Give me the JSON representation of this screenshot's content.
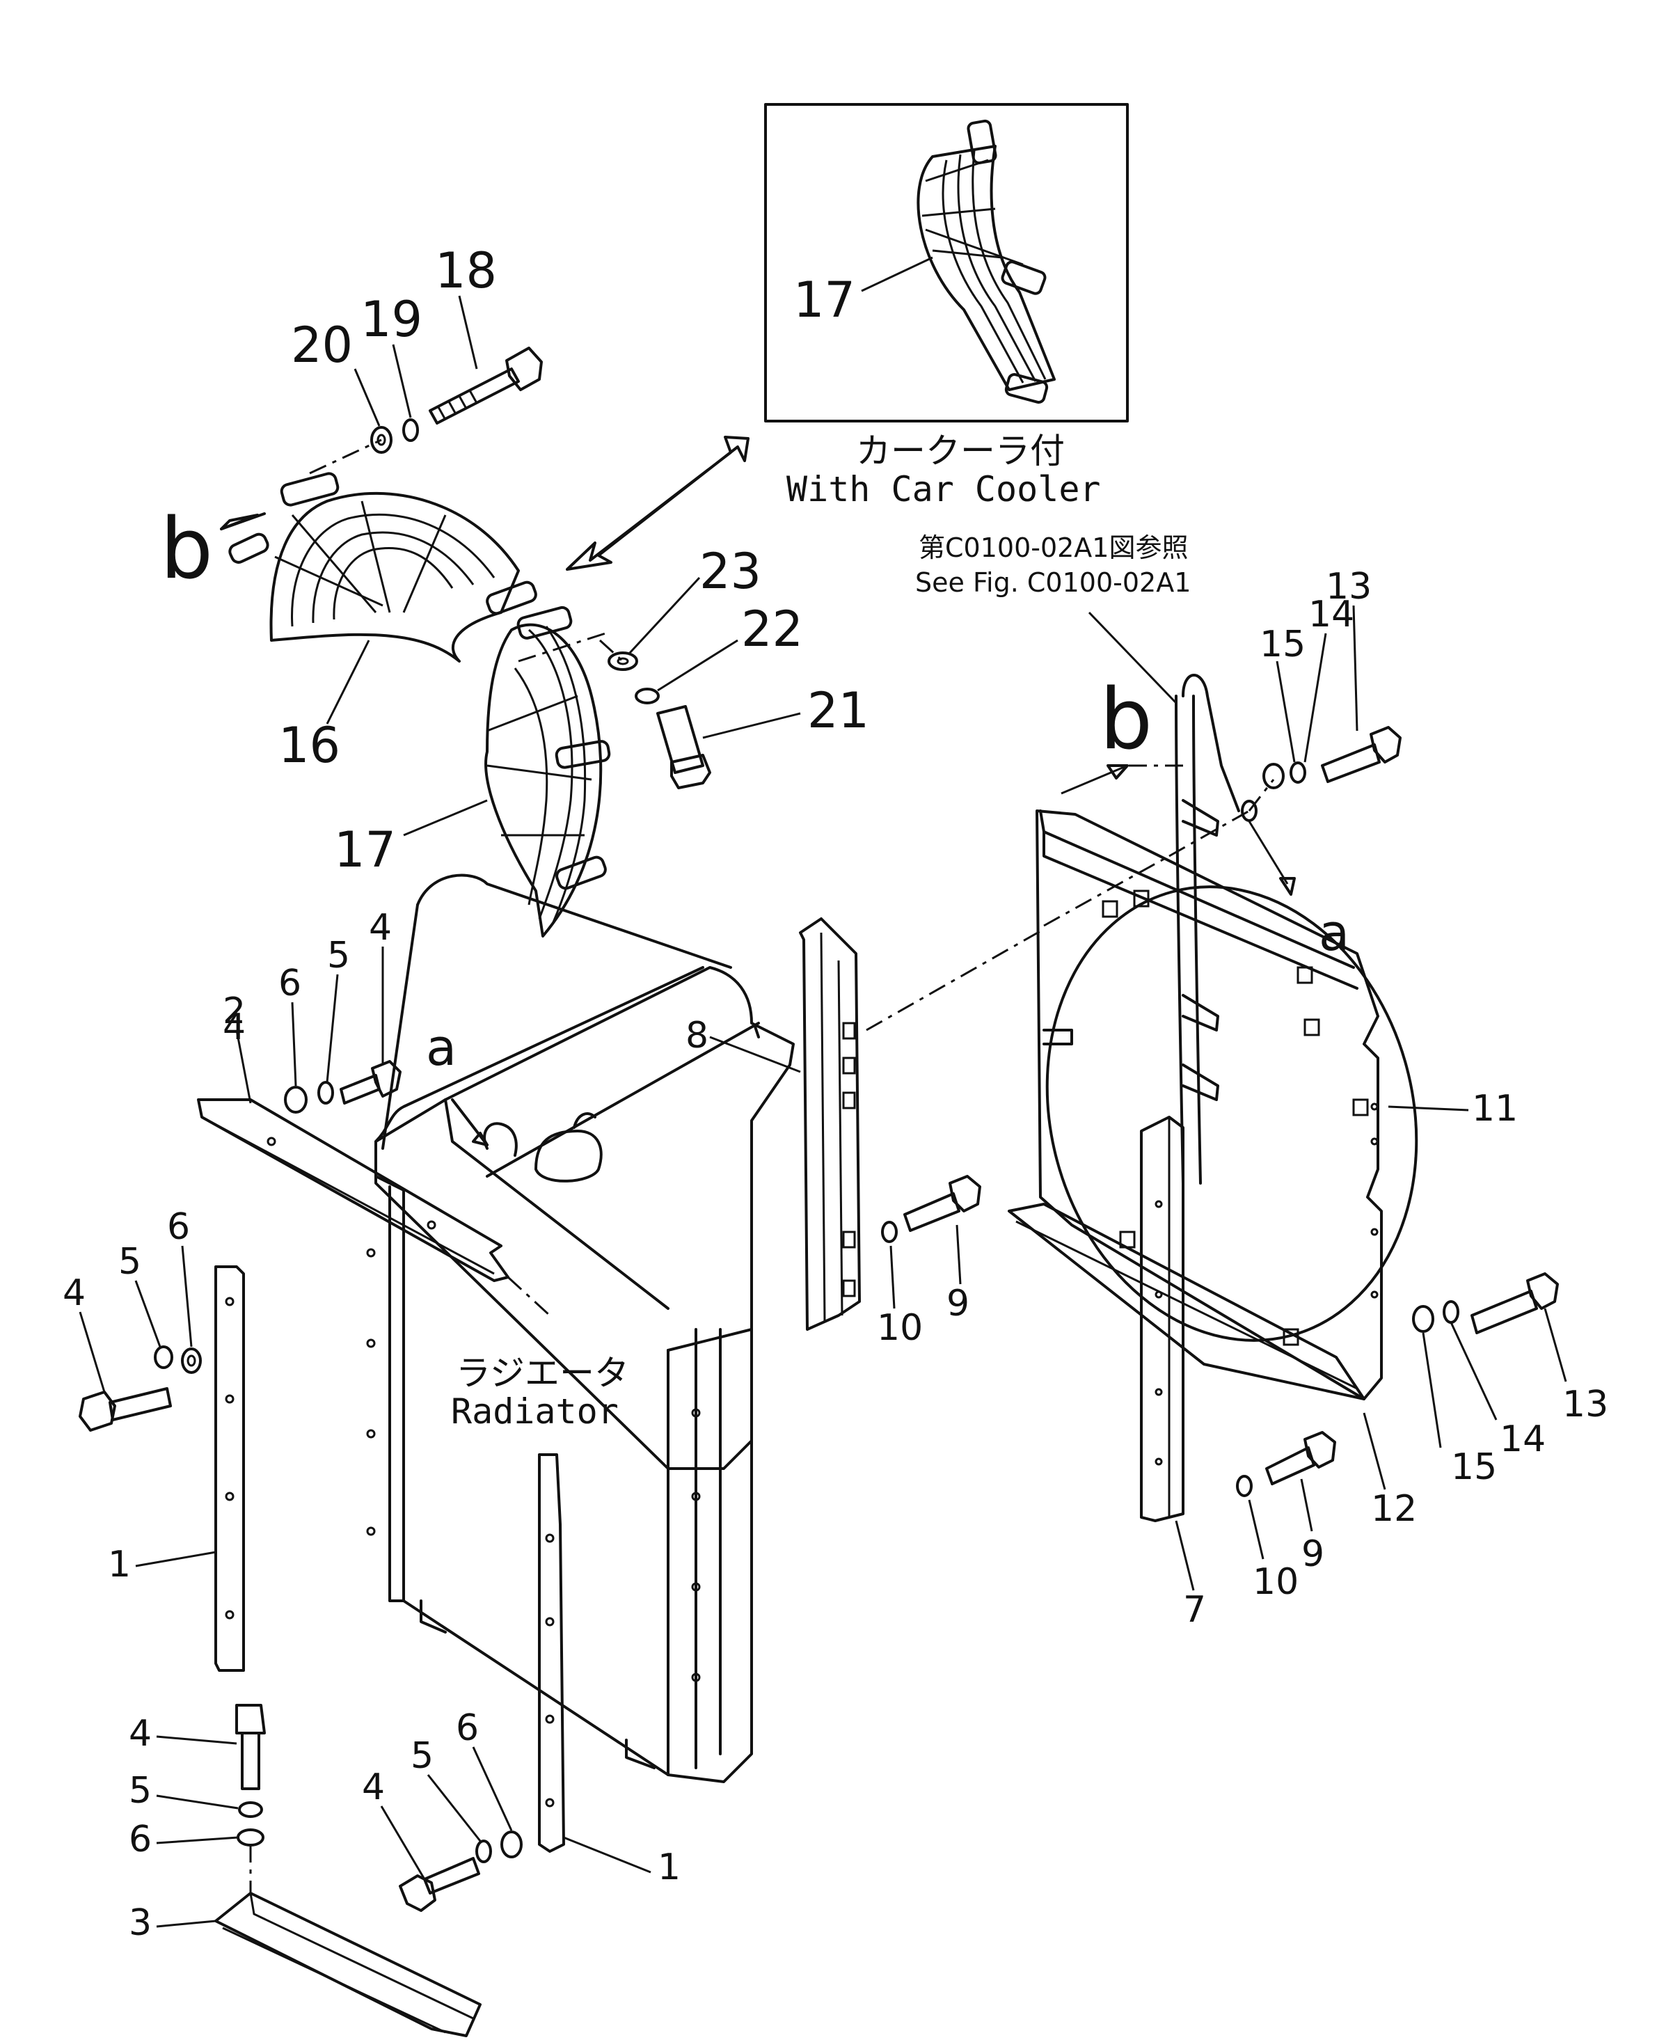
{
  "inset": {
    "jp_label": "カークーラ付",
    "en_label": "With Car Cooler",
    "part_number": "17"
  },
  "reference": {
    "jp": "第C0100-02A1図参照",
    "en": "See Fig. C0100-02A1"
  },
  "radiator": {
    "jp": "ラジエータ",
    "en": "Radiator"
  },
  "view_letters": {
    "a": "a",
    "b": "b"
  },
  "callouts": {
    "p1": "1",
    "p2": "2",
    "p3": "3",
    "p4": "4",
    "p5": "5",
    "p6": "6",
    "p7": "7",
    "p8": "8",
    "p9": "9",
    "p10": "10",
    "p11": "11",
    "p12": "12",
    "p13": "13",
    "p14": "14",
    "p15": "15",
    "p16": "16",
    "p17": "17",
    "p18": "18",
    "p19": "19",
    "p20": "20",
    "p21": "21",
    "p22": "22",
    "p23": "23"
  }
}
